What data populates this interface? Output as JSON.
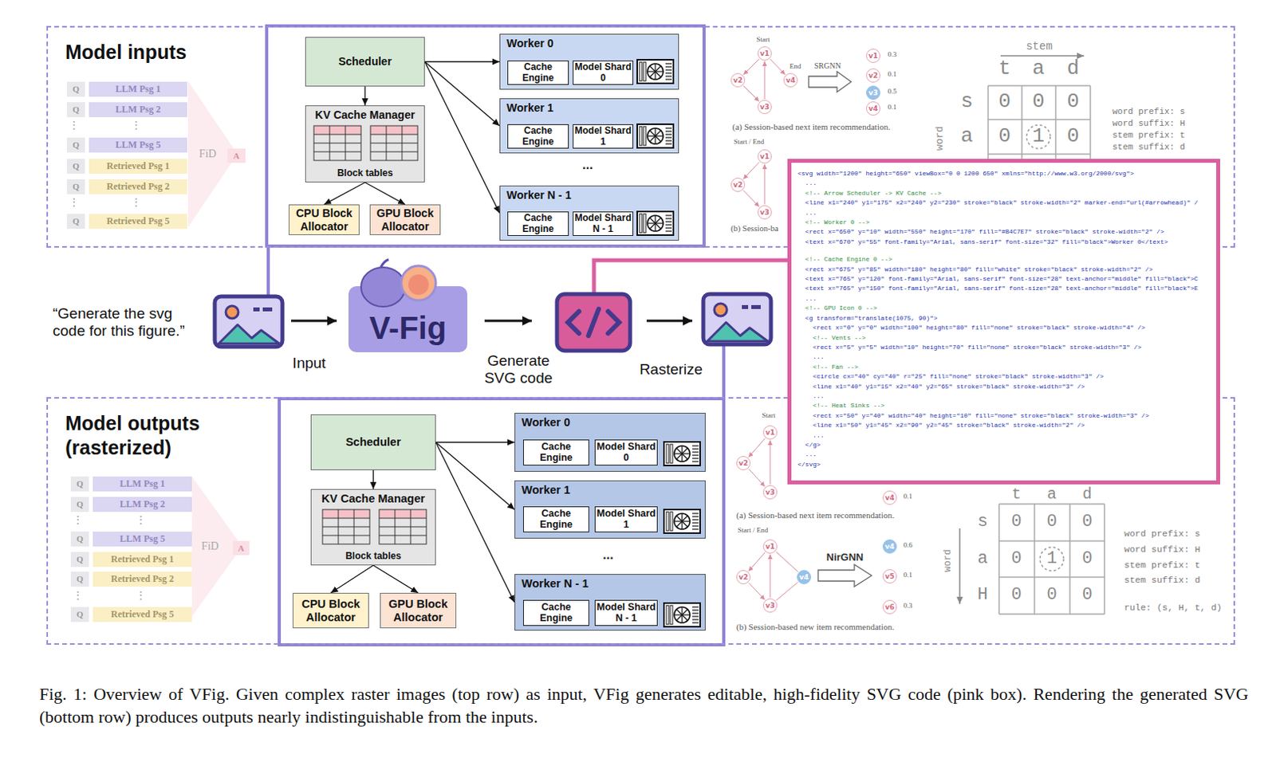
{
  "diagram": {
    "caption": "Fig. 1: Overview of VFig. Given complex raster images (top row) as input, VFig generates editable, high-fidelity SVG code (pink box). Rendering the generated SVG (bottom row) produces outputs nearly indistinguishable from the inputs.",
    "nodes": [
      {
        "text": [
          "Model inputs"
        ]
      },
      {
        "text": [
          "Q"
        ],
        "in": 0
      },
      {
        "text": [
          "LLM Psg 1"
        ],
        "in": 0
      },
      {
        "text": [
          "Q"
        ],
        "in": 0
      },
      {
        "text": [
          "LLM Psg 2"
        ],
        "in": 0
      },
      {
        "text": [
          "Q"
        ],
        "in": 0
      },
      {
        "text": [
          "LLM Psg 5"
        ],
        "in": 0
      },
      {
        "text": [
          "Q"
        ],
        "in": 0
      },
      {
        "text": [
          "Retrieved Psg 1"
        ],
        "in": 0
      },
      {
        "text": [
          "Q"
        ],
        "in": 0
      },
      {
        "text": [
          "Retrieved Psg 2"
        ],
        "in": 0
      },
      {
        "text": [
          "Q"
        ],
        "in": 0
      },
      {
        "text": [
          "Retrieved Psg 5"
        ],
        "in": 0
      },
      {
        "text": [
          "A"
        ],
        "in": 0
      },
      {
        "text": [
          "Scheduler"
        ],
        "in": 0
      },
      {
        "text": [
          "KV Cache Manager",
          "Block tables"
        ],
        "in": 0
      },
      {
        "text": [
          "CPU Block Allocator"
        ],
        "in": 0
      },
      {
        "text": [
          "GPU Block Allocator"
        ],
        "in": 0
      },
      {
        "text": [
          "Worker 0"
        ],
        "in": 0
      },
      {
        "text": [
          "Cache Engine"
        ],
        "in": 18
      },
      {
        "text": [
          "Model Shard 0"
        ],
        "in": 18
      },
      {
        "text": [
          "Worker 1"
        ],
        "in": 0
      },
      {
        "text": [
          "Cache Engine"
        ],
        "in": 21
      },
      {
        "text": [
          "Model Shard 1"
        ],
        "in": 21
      },
      {
        "text": [
          "Worker N - 1"
        ],
        "in": 0
      },
      {
        "text": [
          "Cache Engine"
        ],
        "in": 24
      },
      {
        "text": [
          "Model Shard N - 1"
        ],
        "in": 24
      },
      {
        "text": [
          "v1"
        ],
        "in": 0
      },
      {
        "text": [
          "v2"
        ],
        "in": 0
      },
      {
        "text": [
          "v3"
        ],
        "in": 0
      },
      {
        "text": [
          "v4"
        ],
        "in": 0
      },
      {
        "text": [
          "v1"
        ],
        "in": 0
      },
      {
        "text": [
          "v2"
        ],
        "in": 0
      },
      {
        "text": [
          "v3"
        ],
        "in": 0
      },
      {
        "text": [
          "v4"
        ],
        "in": 0
      },
      {
        "text": [
          "v1"
        ],
        "in": 0
      },
      {
        "text": [
          "v2"
        ],
        "in": 0
      },
      {
        "text": [
          "v3"
        ],
        "in": 0
      },
      {
        "text": [
          "V-Fig"
        ]
      },
      {
        "text": [
          "<svg width=\"1200\" height=\"650\" viewBox=\"0 0 1200 650\" xmlns=\"http://www.w3.org/2000/svg\">",
          "  ...",
          "  <!-- Arrow Scheduler -> KV Cache -->",
          "  <line x1=\"240\" y1=\"175\" x2=\"240\" y2=\"230\" stroke=\"black\" stroke-width=\"2\" marker-end=\"url(#arrowhead)\" /",
          "  ...",
          "  <!-- Worker 0 -->",
          "  <rect x=\"650\" y=\"10\" width=\"550\" height=\"170\" fill=\"#B4C7E7\" stroke=\"black\" stroke-width=\"2\" />",
          "  <text x=\"670\" y=\"55\" font-family=\"Arial, sans-serif\" font-size=\"32\" fill=\"black\">Worker 0</text>",
          "  <!-- Cache Engine 0 -->",
          "  <rect x=\"675\" y=\"85\" width=\"180\" height=\"80\" fill=\"white\" stroke=\"black\" stroke-width=\"2\" />",
          "  <text x=\"765\" y=\"120\" font-family=\"Arial, sans-serif\" font-size=\"28\" text-anchor=\"middle\" fill=\"black\">C",
          "  <text x=\"765\" y=\"150\" font-family=\"Arial, sans-serif\" font-size=\"28\" text-anchor=\"middle\" fill=\"black\">E",
          "  ...",
          "  <!-- GPU Icon 0 -->",
          "  <g transform=\"translate(1075, 90)\">",
          "    <rect x=\"0\" y=\"0\" width=\"100\" height=\"80\" fill=\"none\" stroke=\"black\" stroke-width=\"4\" />",
          "    <!-- Vents -->",
          "    <rect x=\"5\" y=\"5\" width=\"10\" height=\"70\" fill=\"none\" stroke=\"black\" stroke-width=\"3\" />",
          "    ...",
          "    <!-- Fan -->",
          "    <circle cx=\"40\" cy=\"40\" r=\"25\" fill=\"none\" stroke=\"black\" stroke-width=\"3\" />",
          "    <line x1=\"40\" y1=\"15\" x2=\"40\" y2=\"65\" stroke=\"black\" stroke-width=\"3\" />",
          "    ...",
          "    <!-- Heat Sinks -->",
          "    <rect x=\"50\" y=\"40\" width=\"40\" height=\"10\" fill=\"none\" stroke=\"black\" stroke-width=\"3\" />",
          "    <line x1=\"50\" y1=\"45\" x2=\"90\" y2=\"45\" stroke=\"black\" stroke-width=\"2\" />",
          "    ...",
          "  </g>",
          "  ...",
          "</svg>"
        ]
      },
      {
        "text": [
          "Model outputs (rasterized)"
        ]
      },
      {
        "text": [
          "Q"
        ],
        "in": 40
      },
      {
        "text": [
          "LLM Psg 1"
        ],
        "in": 40
      },
      {
        "text": [
          "Q"
        ],
        "in": 40
      },
      {
        "text": [
          "LLM Psg 2"
        ],
        "in": 40
      },
      {
        "text": [
          "Q"
        ],
        "in": 40
      },
      {
        "text": [
          "LLM Psg 5"
        ],
        "in": 40
      },
      {
        "text": [
          "Q"
        ],
        "in": 40
      },
      {
        "text": [
          "Retrieved Psg 1"
        ],
        "in": 40
      },
      {
        "text": [
          "Q"
        ],
        "in": 40
      },
      {
        "text": [
          "Retrieved Psg 2"
        ],
        "in": 40
      },
      {
        "text": [
          "Q"
        ],
        "in": 40
      },
      {
        "text": [
          "Retrieved Psg 5"
        ],
        "in": 40
      },
      {
        "text": [
          "A"
        ],
        "in": 40
      },
      {
        "text": [
          "Scheduler"
        ],
        "in": 40
      },
      {
        "text": [
          "KV Cache Manager",
          "Block tables"
        ],
        "in": 40
      },
      {
        "text": [
          "CPU Block Allocator"
        ],
        "in": 40
      },
      {
        "text": [
          "GPU Block Allocator"
        ],
        "in": 40
      },
      {
        "text": [
          "Worker 0"
        ],
        "in": 40
      },
      {
        "text": [
          "Cache Engine"
        ],
        "in": 58
      },
      {
        "text": [
          "Model Shard 0"
        ],
        "in": 58
      },
      {
        "text": [
          "Worker 1"
        ],
        "in": 40
      },
      {
        "text": [
          "Cache Engine"
        ],
        "in": 61
      },
      {
        "text": [
          "Model Shard 1"
        ],
        "in": 61
      },
      {
        "text": [
          "Worker N - 1"
        ],
        "in": 40
      },
      {
        "text": [
          "Cache Engine"
        ],
        "in": 64
      },
      {
        "text": [
          "Model Shard N - 1"
        ],
        "in": 64
      },
      {
        "text": [
          "v1"
        ],
        "in": 40
      },
      {
        "text": [
          "v2"
        ],
        "in": 40
      },
      {
        "text": [
          "v3"
        ],
        "in": 40
      },
      {
        "text": [
          "v4"
        ],
        "in": 40
      },
      {
        "text": [
          "v1"
        ],
        "in": 40
      },
      {
        "text": [
          "v2"
        ],
        "in": 40
      },
      {
        "text": [
          "v4"
        ],
        "in": 40
      },
      {
        "text": [
          "v3"
        ],
        "in": 40
      },
      {
        "text": [
          "v4"
        ],
        "in": 40
      },
      {
        "text": [
          "v5"
        ],
        "in": 40
      },
      {
        "text": [
          "v6"
        ],
        "in": 40
      }
    ],
    "edges": [
      {
        "from": 14,
        "to": 15,
        "arrow": "to"
      },
      {
        "from": 14,
        "to": 18,
        "arrow": "to"
      },
      {
        "from": 14,
        "to": 21,
        "arrow": "to"
      },
      {
        "from": 14,
        "to": 24,
        "arrow": "to"
      },
      {
        "from": 15,
        "to": 16,
        "arrow": "to"
      },
      {
        "from": 15,
        "to": 17,
        "arrow": "to"
      },
      {
        "from": 27,
        "to": 28,
        "arrow": "to"
      },
      {
        "from": 28,
        "to": 29,
        "arrow": "to"
      },
      {
        "from": 29,
        "to": 27,
        "arrow": "to"
      },
      {
        "from": 27,
        "to": 30,
        "arrow": "to"
      },
      {
        "from": 35,
        "to": 36,
        "arrow": "to"
      },
      {
        "from": 36,
        "to": 37,
        "arrow": "to"
      },
      {
        "from": 37,
        "to": 35,
        "arrow": "to"
      },
      {
        "from": 54,
        "to": 55,
        "arrow": "to"
      },
      {
        "from": 54,
        "to": 58,
        "arrow": "to"
      },
      {
        "from": 54,
        "to": 61,
        "arrow": "to"
      },
      {
        "from": 54,
        "to": 64,
        "arrow": "to"
      },
      {
        "from": 55,
        "to": 56,
        "arrow": "to"
      },
      {
        "from": 55,
        "to": 57,
        "arrow": "to"
      },
      {
        "from": 67,
        "to": 68,
        "arrow": "to"
      },
      {
        "from": 68,
        "to": 69,
        "arrow": "to"
      },
      {
        "from": 69,
        "to": 67,
        "arrow": "to"
      },
      {
        "from": 71,
        "to": 72,
        "arrow": "to"
      },
      {
        "from": 72,
        "to": 74,
        "arrow": "to"
      },
      {
        "from": 74,
        "to": 71,
        "arrow": "to"
      },
      {
        "from": 71,
        "to": 73,
        "arrow": "none"
      },
      {
        "from": 73,
        "to": 74,
        "arrow": "none"
      }
    ],
    "labels": [
      "⋮",
      "⋮",
      "⋮",
      "⋮",
      "FiD",
      "...",
      "Start",
      "End",
      "SRGNN",
      "0.3",
      "0.1",
      "0.5",
      "0.1",
      "(a) Session-based next item recommendation.",
      "Start / End",
      "(b) Session-ba",
      "stem",
      "t",
      "a",
      "d",
      "s",
      "a",
      "word",
      "0",
      "0",
      "0",
      "0",
      "1",
      "0",
      "word prefix: s",
      "word suffix: H",
      "stem prefix: t",
      "stem suffix: d",
      "“Generate the svg code for this figure.”",
      "Input",
      "Generate SVG code",
      "Rasterize",
      "⋮",
      "⋮",
      "⋮",
      "⋮",
      "FiD",
      "...",
      "Start",
      "0.1",
      "(a) Session-based next item recommendation.",
      "Start / End",
      "NirGNN",
      "0.6",
      "0.1",
      "0.3",
      "(b) Session-based new item recommendation.",
      "t",
      "a",
      "d",
      "s",
      "a",
      "H",
      "word",
      "0",
      "0",
      "0",
      "0",
      "1",
      "0",
      "0",
      "0",
      "0",
      "word prefix: s",
      "word suffix: H",
      "stem prefix: t",
      "stem suffix: d",
      "rule: (s, H, t, d)"
    ]
  }
}
